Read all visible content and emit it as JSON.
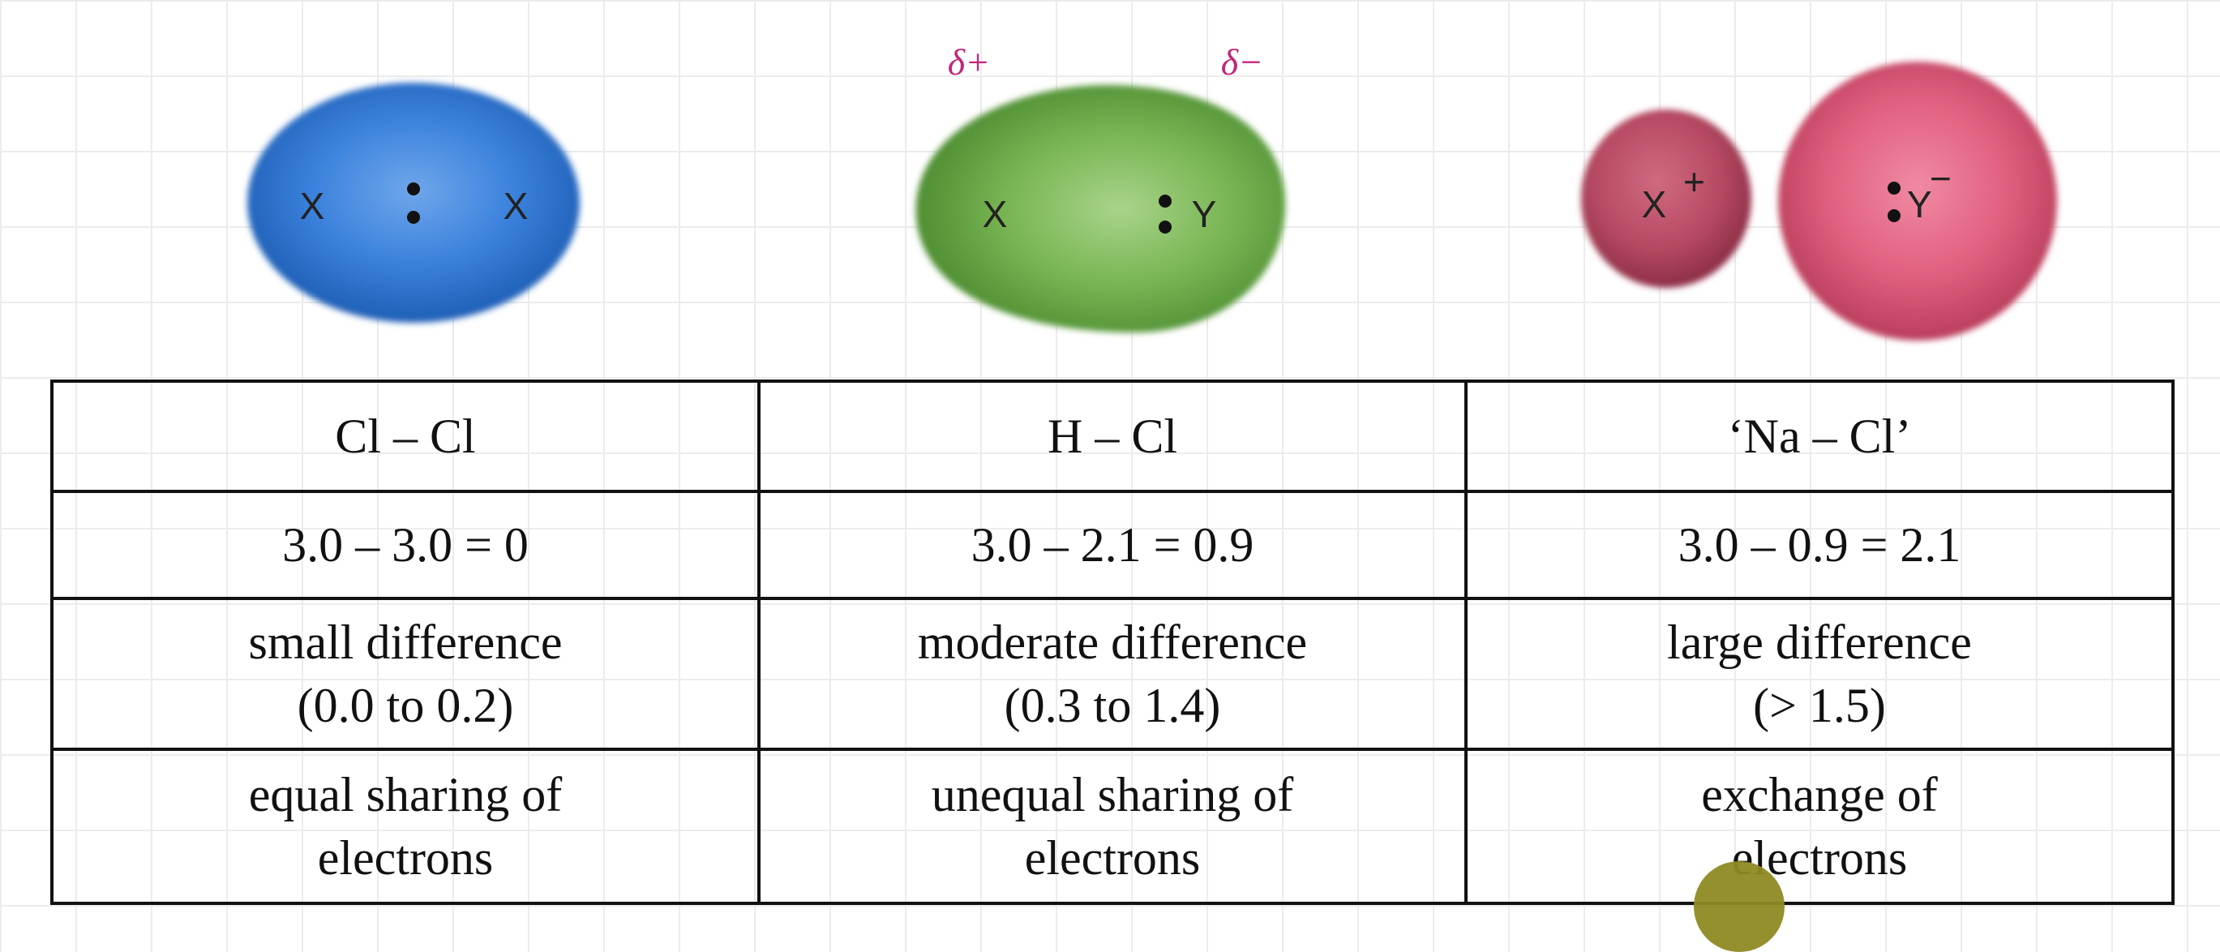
{
  "molecules": {
    "nonpolar": {
      "left_atom": "X",
      "right_atom": "X",
      "color": "#2f74d0"
    },
    "polar": {
      "left_atom": "X",
      "right_atom": "Y",
      "partial_positive": "δ+",
      "partial_negative": "δ−",
      "color": "#6fae45"
    },
    "ionic": {
      "cation": "X",
      "cation_charge": "+",
      "anion": "Y",
      "anion_charge": "−",
      "color": "#d9577a"
    }
  },
  "table": {
    "rows": [
      {
        "cells": [
          "Cl – Cl",
          "H – Cl",
          "‘Na – Cl’"
        ]
      },
      {
        "cells": [
          "3.0 – 3.0 = 0",
          "3.0 – 2.1 = 0.9",
          "3.0 – 0.9 = 2.1"
        ]
      },
      {
        "cells": [
          {
            "line1": "small difference",
            "line2": "(0.0 to 0.2)"
          },
          {
            "line1": "moderate difference",
            "line2": "(0.3 to 1.4)"
          },
          {
            "line1": "large difference",
            "line2": "(> 1.5)"
          }
        ]
      },
      {
        "cells": [
          {
            "line1": "equal sharing of",
            "line2": "electrons"
          },
          {
            "line1": "unequal sharing of",
            "line2": "electrons"
          },
          {
            "line1": "exchange of",
            "line2": "electrons"
          }
        ]
      }
    ]
  },
  "cursor": {
    "color": "#8e8a22"
  }
}
